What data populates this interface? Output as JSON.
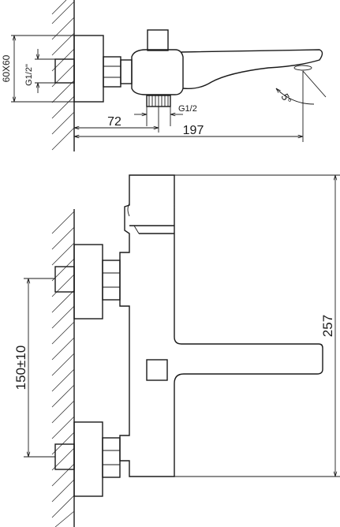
{
  "top_view": {
    "wall_block_size": "60X60",
    "inlet_thread": "G1/2\"",
    "outlet_thread": "G1/2",
    "spout_angle": "5°",
    "distance_to_outlet": "72",
    "total_projection": "197"
  },
  "front_view": {
    "inlet_spacing": "150±10",
    "total_height": "257"
  },
  "colors": {
    "line": "#1a1a1a",
    "background": "#ffffff"
  }
}
